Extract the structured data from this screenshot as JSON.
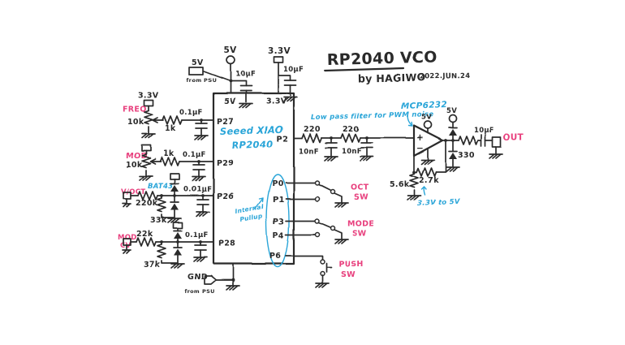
{
  "title": {
    "main": "RP2040 VCO",
    "author": "by HAGIWO",
    "date": "2022.JUN.24"
  },
  "colors": {
    "ink": "#2b2b2b",
    "pink": "#e8417e",
    "cyan": "#2aa5d8",
    "background": "#ffffff"
  },
  "power": {
    "psu5v": {
      "label": "5V",
      "source": "from PSU"
    },
    "rail5v": {
      "label": "5V",
      "cap": "10μF",
      "chip_pin": "5V"
    },
    "rail33v": {
      "label": "3.3V",
      "cap": "10μF",
      "chip_pin": "3.3V"
    },
    "gnd": {
      "label": "GND",
      "source": "from PSU"
    }
  },
  "chip": {
    "name1": "Seeed XIAO",
    "name2": "RP2040",
    "left_pins": [
      "P27",
      "P29",
      "P26",
      "P28"
    ],
    "pwm_pin": "P2",
    "pullup_pins": [
      "P0",
      "P1",
      "P3",
      "P4",
      "P6"
    ],
    "pullup_note1": "Internal",
    "pullup_note2": "Pullup"
  },
  "freq": {
    "label": "FREQ",
    "rail": "3.3V",
    "pot": "10k",
    "series_r": "1k",
    "cap": "0.1μF"
  },
  "mod": {
    "label": "MOD",
    "pot": "10k",
    "series_r": "1k",
    "cap": "0.1μF"
  },
  "voct": {
    "label": "V/OCT",
    "series_r": "220k",
    "shunt_r": "33k",
    "diodes": "BAT43",
    "cap": "0.01μF"
  },
  "modcv": {
    "label1": "MOD",
    "label2": "CV",
    "series_r": "22k",
    "shunt_r": "37k",
    "cap": "0.1μF"
  },
  "lpf": {
    "note": "Low pass filter for PWM noise",
    "r1": "220",
    "r2": "220",
    "c1": "10nF",
    "c2": "10nF"
  },
  "opamp": {
    "name": "MCP6232",
    "supply": "5V",
    "in_plus": "+",
    "in_minus": "−",
    "r_feedback": "2.7k",
    "r_ground": "5.6k",
    "gain_note": "3.3V to 5V"
  },
  "out": {
    "clamp_supply": "5V",
    "series_r": "330",
    "cap": "10μF",
    "label": "OUT"
  },
  "switches": {
    "oct": {
      "l1": "OCT",
      "l2": "SW"
    },
    "mode": {
      "l1": "MODE",
      "l2": "SW"
    },
    "push": {
      "l1": "PUSH",
      "l2": "SW"
    }
  }
}
